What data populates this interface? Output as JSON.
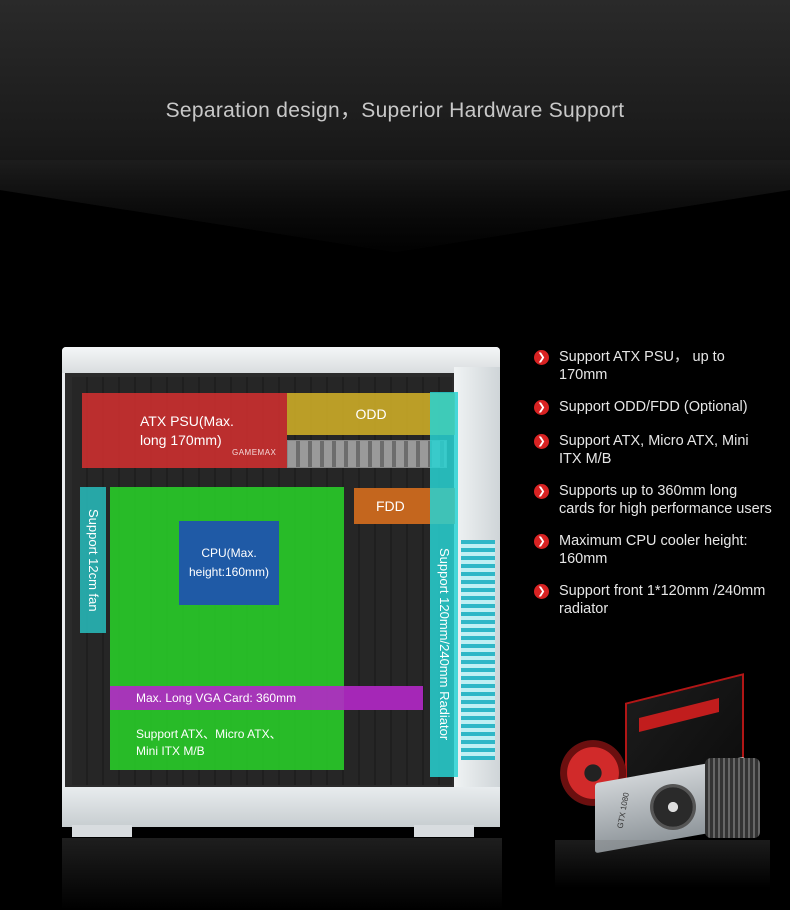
{
  "header": {
    "title": "Separation design，Superior Hardware Support"
  },
  "case_zones": {
    "psu_label": "ATX PSU(Max. long 170mm)",
    "psu_brand": "GAMEMAX",
    "odd_label": "ODD",
    "fdd_label": "FDD",
    "cpu_label": "CPU(Max. height:160mm)",
    "fan_label": "Support 12cm fan",
    "radiator_label": "Support 120mm/240mm Radiator",
    "vga_label": "Max. Long VGA Card: 360mm",
    "mb_label": "Support ATX、Micro ATX、Mini ITX M/B"
  },
  "features": [
    "Support ATX PSU， up to 170mm",
    "Support ODD/FDD (Optional)",
    "Support ATX, Micro ATX, Mini ITX M/B",
    "Supports up to 360mm long cards for high performance users",
    "Maximum CPU cooler height: 160mm",
    "Support front 1*120mm /240mm radiator"
  ],
  "products": {
    "gpu_label": "GTX 1080"
  },
  "colors": {
    "background": "#000000",
    "psu": "#d03030",
    "odd": "#d6b428",
    "fdd": "#d66e1e",
    "motherboard": "#28c828",
    "cpu": "#1f5aa6",
    "fan": "#28c8c8",
    "vga": "#b428c8",
    "bullet": "#d82222"
  }
}
